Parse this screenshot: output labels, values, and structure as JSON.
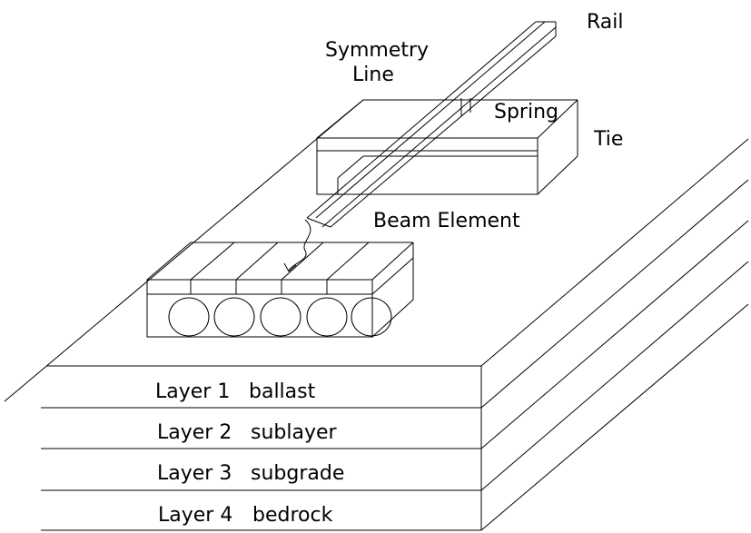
{
  "labels": {
    "rail": "Rail",
    "symmetry_line": [
      "Symmetry",
      "Line"
    ],
    "spring": "Spring",
    "tie": "Tie",
    "beam_element": "Beam Element"
  },
  "layers": [
    {
      "number": "Layer 1",
      "name": "ballast"
    },
    {
      "number": "Layer 2",
      "name": "sublayer"
    },
    {
      "number": "Layer 3",
      "name": "subgrade"
    },
    {
      "number": "Layer 4",
      "name": "bedrock"
    }
  ],
  "colors": {
    "line": "#000000",
    "background": "#ffffff"
  }
}
